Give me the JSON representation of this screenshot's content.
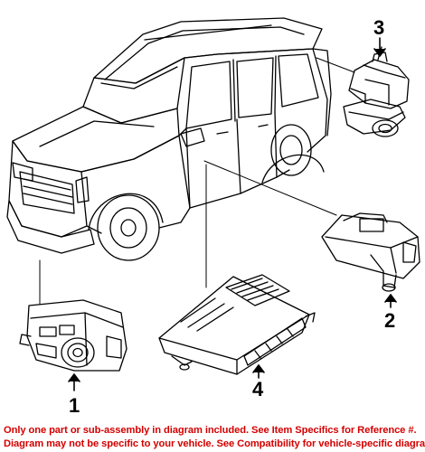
{
  "callouts": {
    "c1": "1",
    "c2": "2",
    "c3": "3",
    "c4": "4"
  },
  "disclaimer": {
    "line1": "Only one part or sub-assembly in diagram included. See Item Specifics for Reference #.",
    "line2": "Diagram may not be specific to your vehicle. See Compatibility for vehicle-specific diagrams."
  },
  "colors": {
    "line_art": "#000000",
    "background": "#ffffff",
    "disclaimer_text": "#d40000"
  }
}
